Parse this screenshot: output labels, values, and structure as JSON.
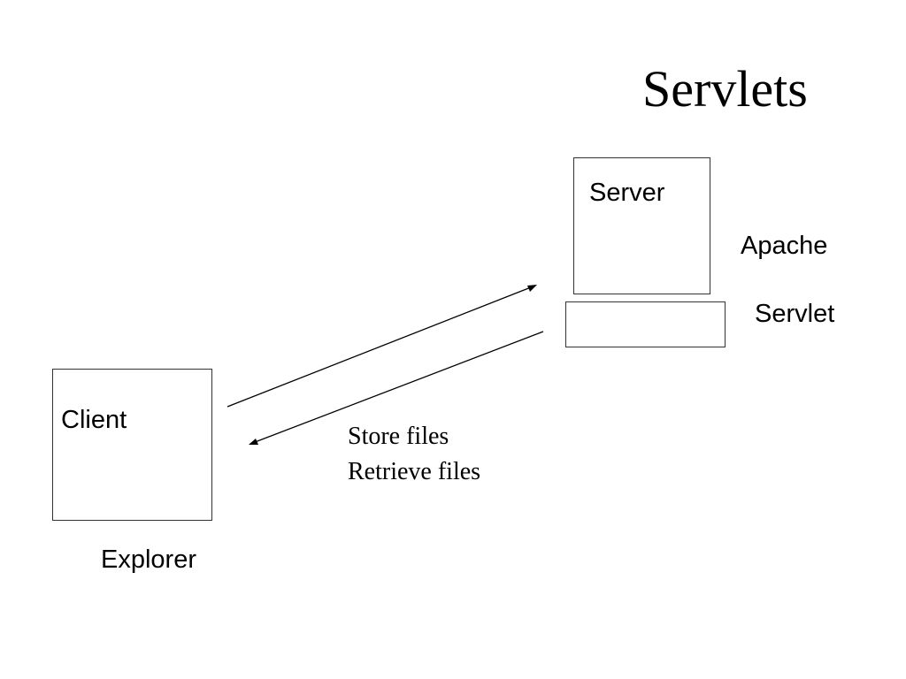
{
  "slide": {
    "title": "Servlets"
  },
  "nodes": {
    "server": {
      "label": "Server"
    },
    "servlet": {
      "label": "Servlet"
    },
    "apache": {
      "label": "Apache"
    },
    "client": {
      "label": "Client"
    },
    "explorer": {
      "label": "Explorer"
    }
  },
  "edges": [
    {
      "from": "client",
      "to": "server",
      "direction": "to-server"
    },
    {
      "from": "servlet",
      "to": "client",
      "direction": "to-client"
    }
  ],
  "operations": [
    "Store files",
    "Retrieve files"
  ],
  "colors": {
    "background": "#ffffff",
    "text": "#000000",
    "line": "#000000"
  }
}
